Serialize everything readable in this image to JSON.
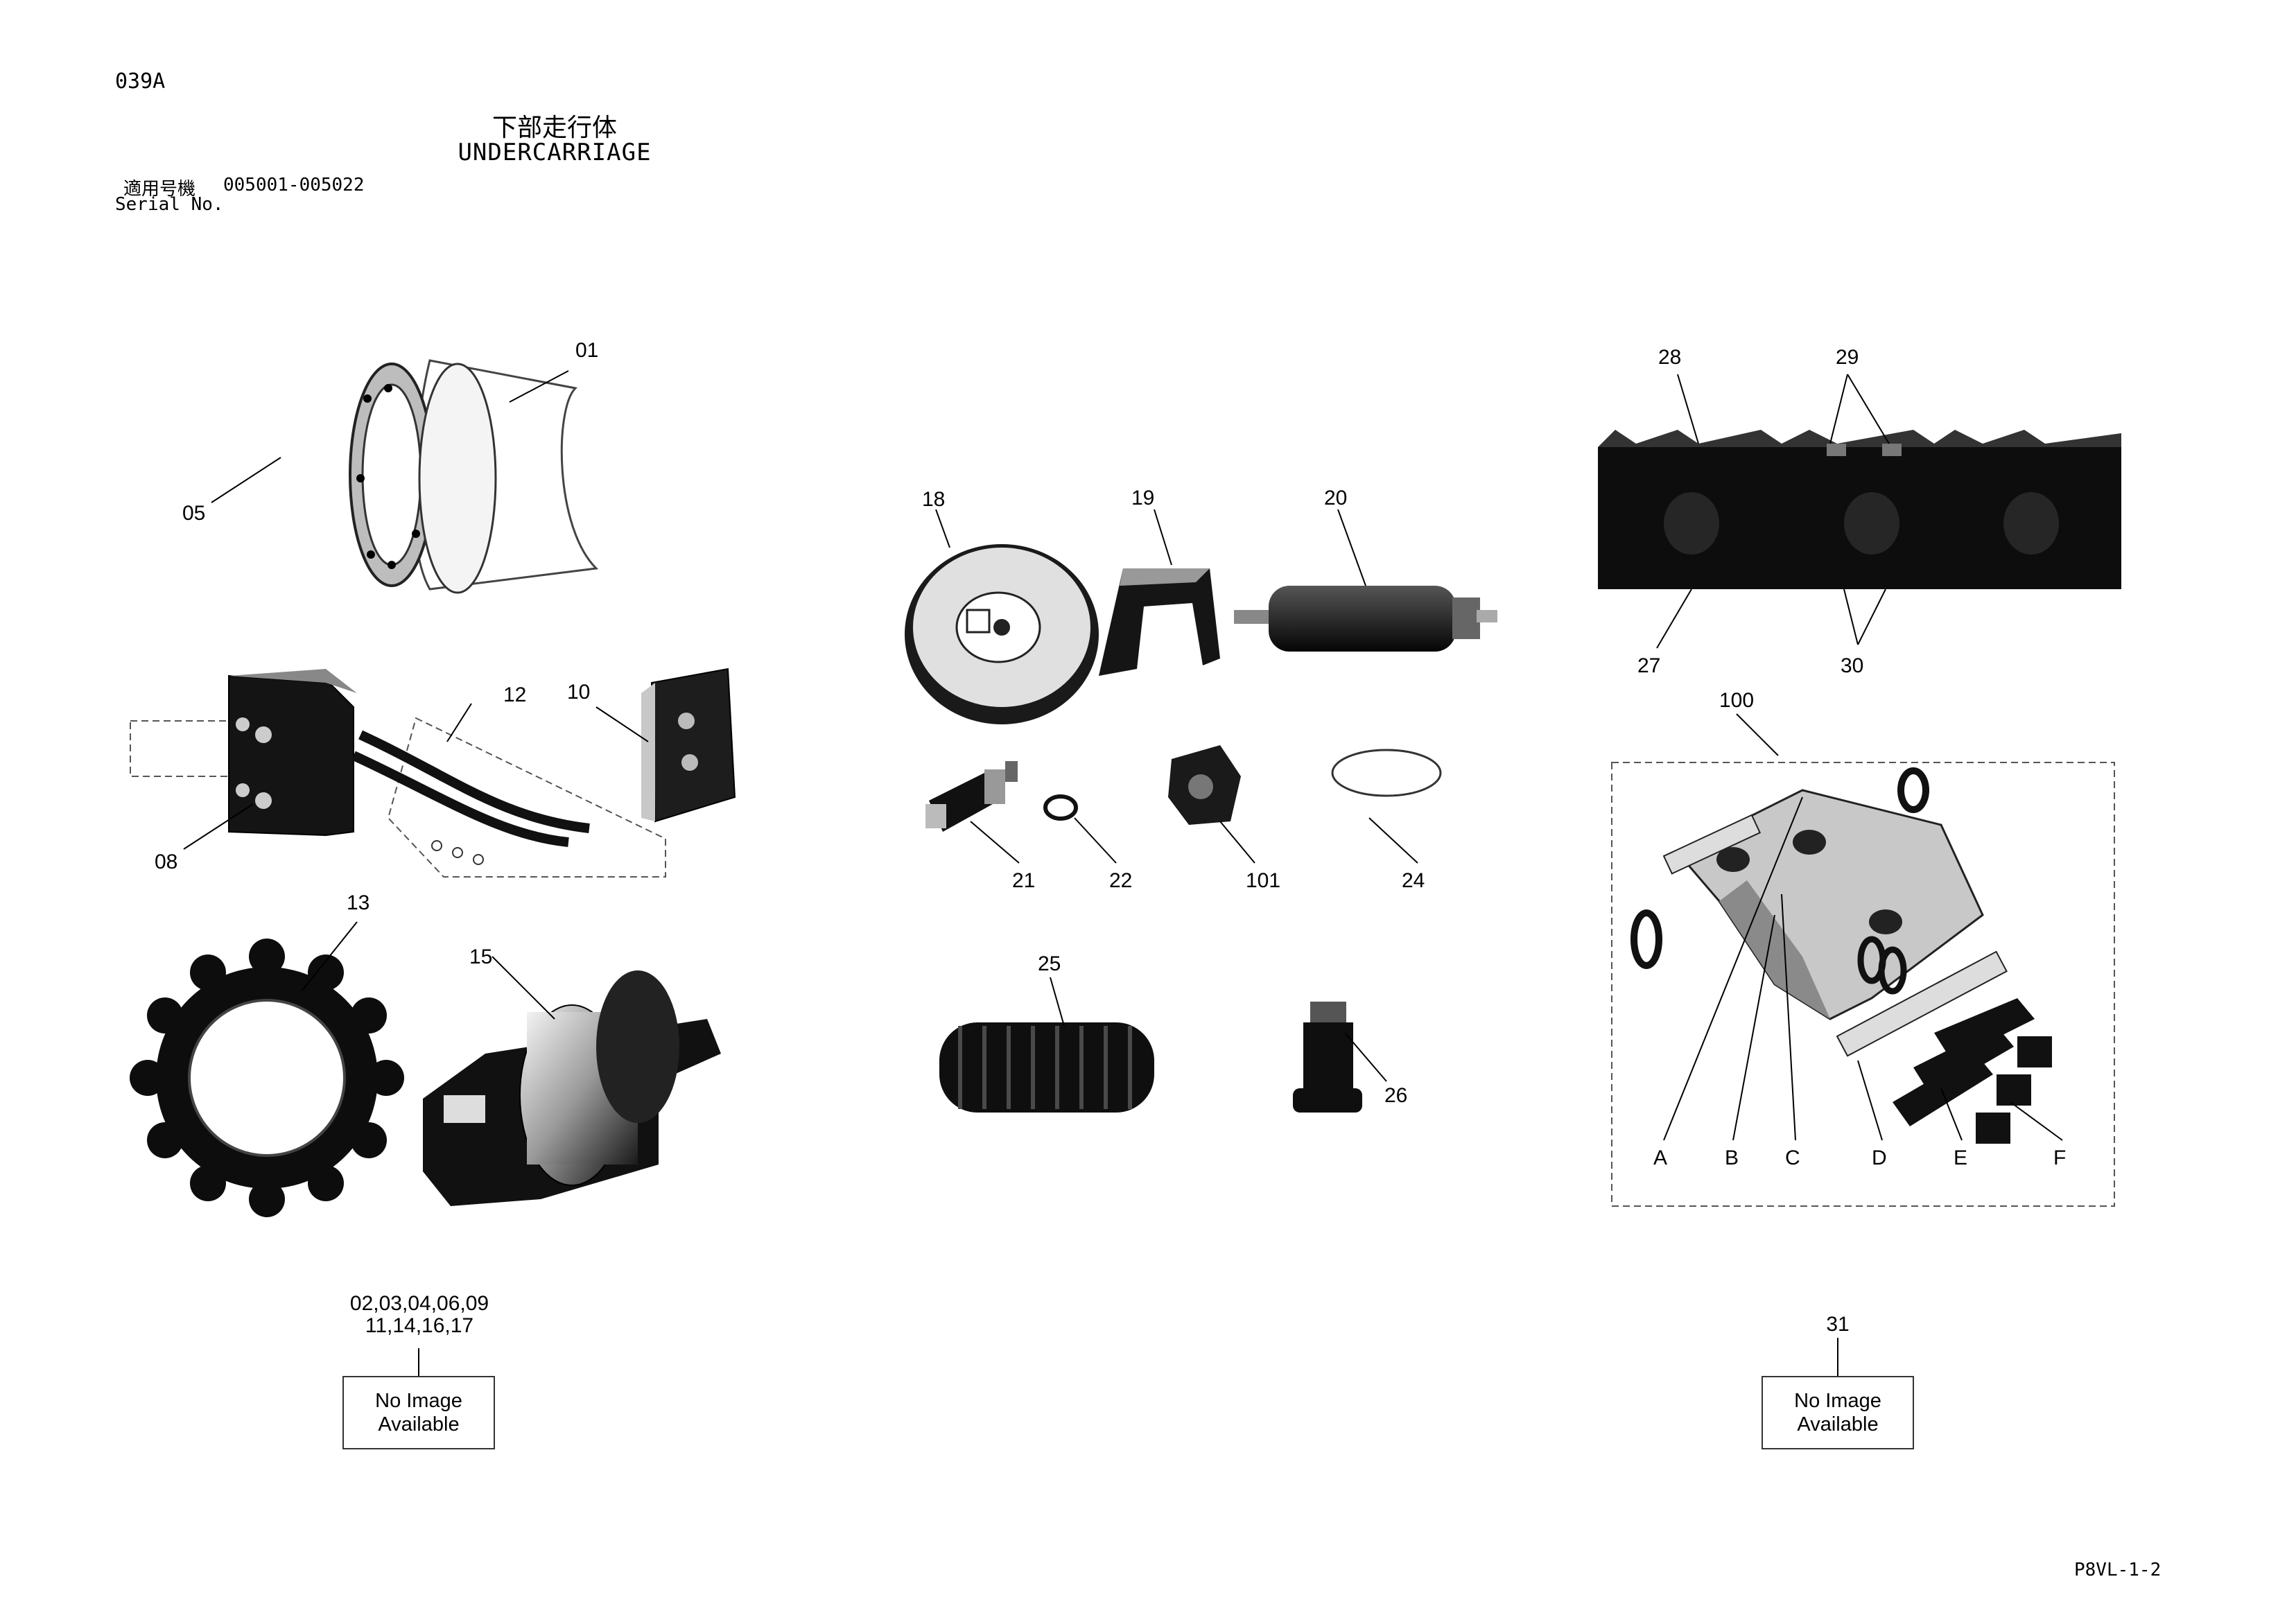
{
  "header": {
    "page_code": "039A",
    "title_jp": "下部走行体",
    "title_en": "UNDERCARRIAGE",
    "serial_label_jp": "適用号機",
    "serial_range": "005001-005022",
    "serial_label_en": "Serial No."
  },
  "callouts": {
    "c01": "01",
    "c05": "05",
    "c08": "08",
    "c10": "10",
    "c12": "12",
    "c13": "13",
    "c15": "15",
    "c18": "18",
    "c19": "19",
    "c20": "20",
    "c21": "21",
    "c22": "22",
    "c101": "101",
    "c24": "24",
    "c25": "25",
    "c26": "26",
    "c27": "27",
    "c28": "28",
    "c29": "29",
    "c30": "30",
    "c100": "100",
    "cA": "A",
    "cB": "B",
    "cC": "C",
    "cD": "D",
    "cE": "E",
    "cF": "F",
    "c31": "31"
  },
  "no_image_groups": [
    {
      "label_line1": "02,03,04,06,09",
      "label_line2": "11,14,16,17",
      "box_line1": "No Image",
      "box_line2": "Available"
    },
    {
      "label_line1": "31",
      "box_line1": "No Image",
      "box_line2": "Available"
    }
  ],
  "footer": {
    "page_ref": "P8VL-1-2"
  }
}
